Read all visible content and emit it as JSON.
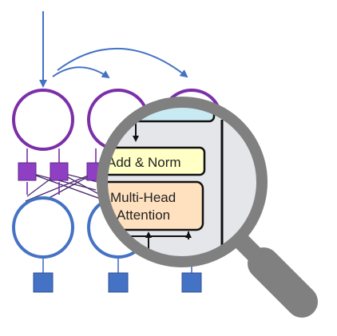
{
  "colors": {
    "purple": "#7B2FA8",
    "purple_square": "#8E3FC4",
    "blue": "#4472C4",
    "arrow_blue": "#4472C4",
    "dark_line": "#3D2A55",
    "magnifier_gray": "#808080",
    "lens_fill": "#E4E6EA",
    "add_norm_fill": "#FFFFC6",
    "attention_fill": "#FFE0BF",
    "inner_top_fill": "#C9EAF2"
  },
  "icons": {
    "magnifier": "magnifying-glass-icon"
  },
  "lens": {
    "add_norm_label": "Add & Norm",
    "attention_line1": "Multi-Head",
    "attention_line2": "Attention"
  }
}
